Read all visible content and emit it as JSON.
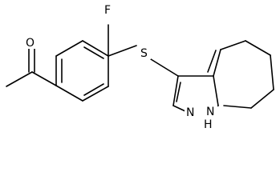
{
  "structure": {
    "atoms": {
      "oxygen": "O",
      "fluorine": "F",
      "sulfur": "S",
      "nitrogen_ring": "N",
      "nitrogen_h": "N",
      "hydrogen": "H"
    }
  }
}
